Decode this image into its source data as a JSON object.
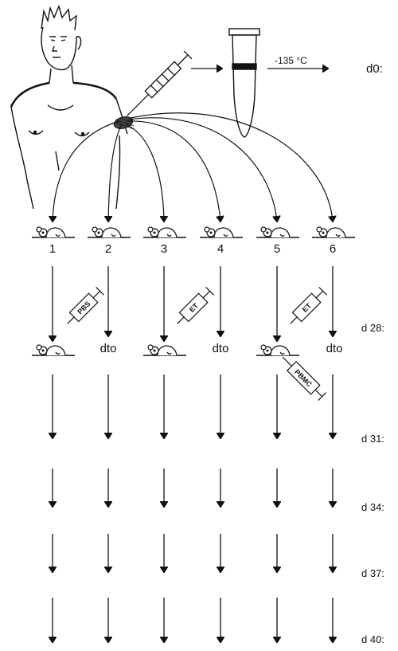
{
  "temperature": "-135 °C",
  "group_numbers": [
    "1",
    "2",
    "3",
    "4",
    "5",
    "6"
  ],
  "days": [
    "d0:",
    "d 28:",
    "d 31:",
    "d 34:",
    "d 37:",
    "d 40:"
  ],
  "syringe_labels": {
    "group1": "PBS",
    "group3": "ET",
    "group5_top": "ET",
    "group5_bottom": "PBMC"
  },
  "ditto_label": "dto"
}
